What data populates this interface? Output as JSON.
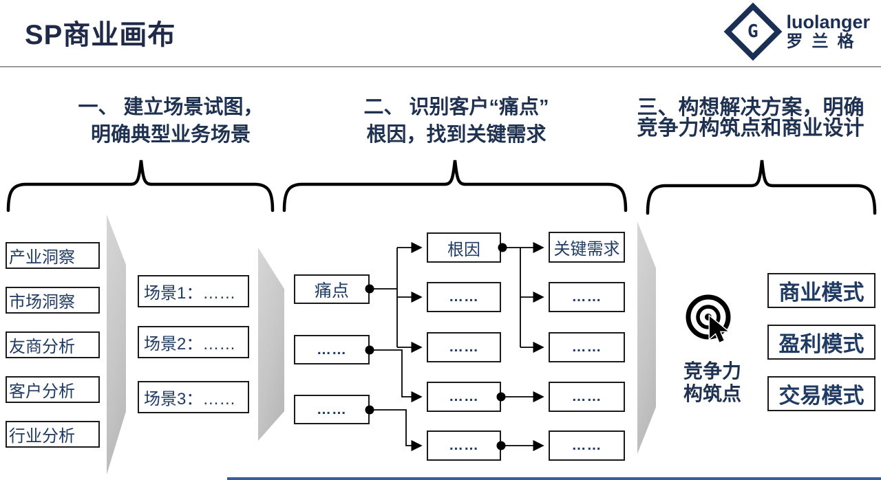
{
  "header": {
    "title": "SP商业画布",
    "logo_glyph": "G",
    "logo_brand": "luolanger",
    "logo_brand_cn": "罗兰格"
  },
  "steps": [
    {
      "line1": "一、 建立场景试图，",
      "line2": "明确典型业务场景"
    },
    {
      "line1": "二、 识别客户“痛点”",
      "line2": "根因，找到关键需求"
    },
    {
      "line1": "三、构想解决方案，明确",
      "line2": "竞争力构筑点和商业设计"
    }
  ],
  "analysis_boxes": [
    "产业洞察",
    "市场洞察",
    "友商分析",
    "客户分析",
    "行业分析"
  ],
  "scenario_boxes": [
    "场景1：……",
    "场景2：……",
    "场景3：……"
  ],
  "pain_column": [
    "痛点",
    "……",
    "……"
  ],
  "root_column": [
    "根因",
    "……",
    "……",
    "……",
    "……"
  ],
  "need_column": [
    "关键需求",
    "……",
    "……",
    "……",
    "……"
  ],
  "competitiveness": {
    "line1": "竞争力",
    "line2": "构筑点",
    "icon": "bullseye-cursor-icon"
  },
  "model_boxes": [
    "商业模式",
    "盈利模式",
    "交易模式"
  ],
  "colors": {
    "navy_text": "#1f3150",
    "box_border": "#1a1a1a",
    "flow_gray": "#c6c6c6",
    "brace": "#000000",
    "footer_bar": "#3a5ba0"
  }
}
